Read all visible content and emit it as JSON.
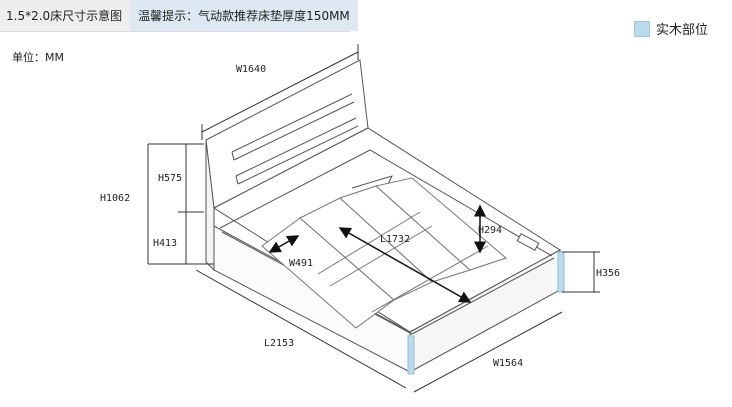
{
  "header": {
    "title": "1.5*2.0床尺寸示意图",
    "tip": "温馨提示：气动款推荐床垫厚度150MM"
  },
  "unit_label": "单位：MM",
  "legend": {
    "label": "实木部位",
    "color": "#b9dbeb"
  },
  "dimensions": {
    "headboard_width": "W1640",
    "total_height": "H1062",
    "headboard_height": "H575",
    "frame_height": "H413",
    "slat_length": "L1732",
    "frame_depth": "H294",
    "frame_width": "W491",
    "foot_height": "H356",
    "total_length": "L2153",
    "foot_width": "W1564"
  }
}
